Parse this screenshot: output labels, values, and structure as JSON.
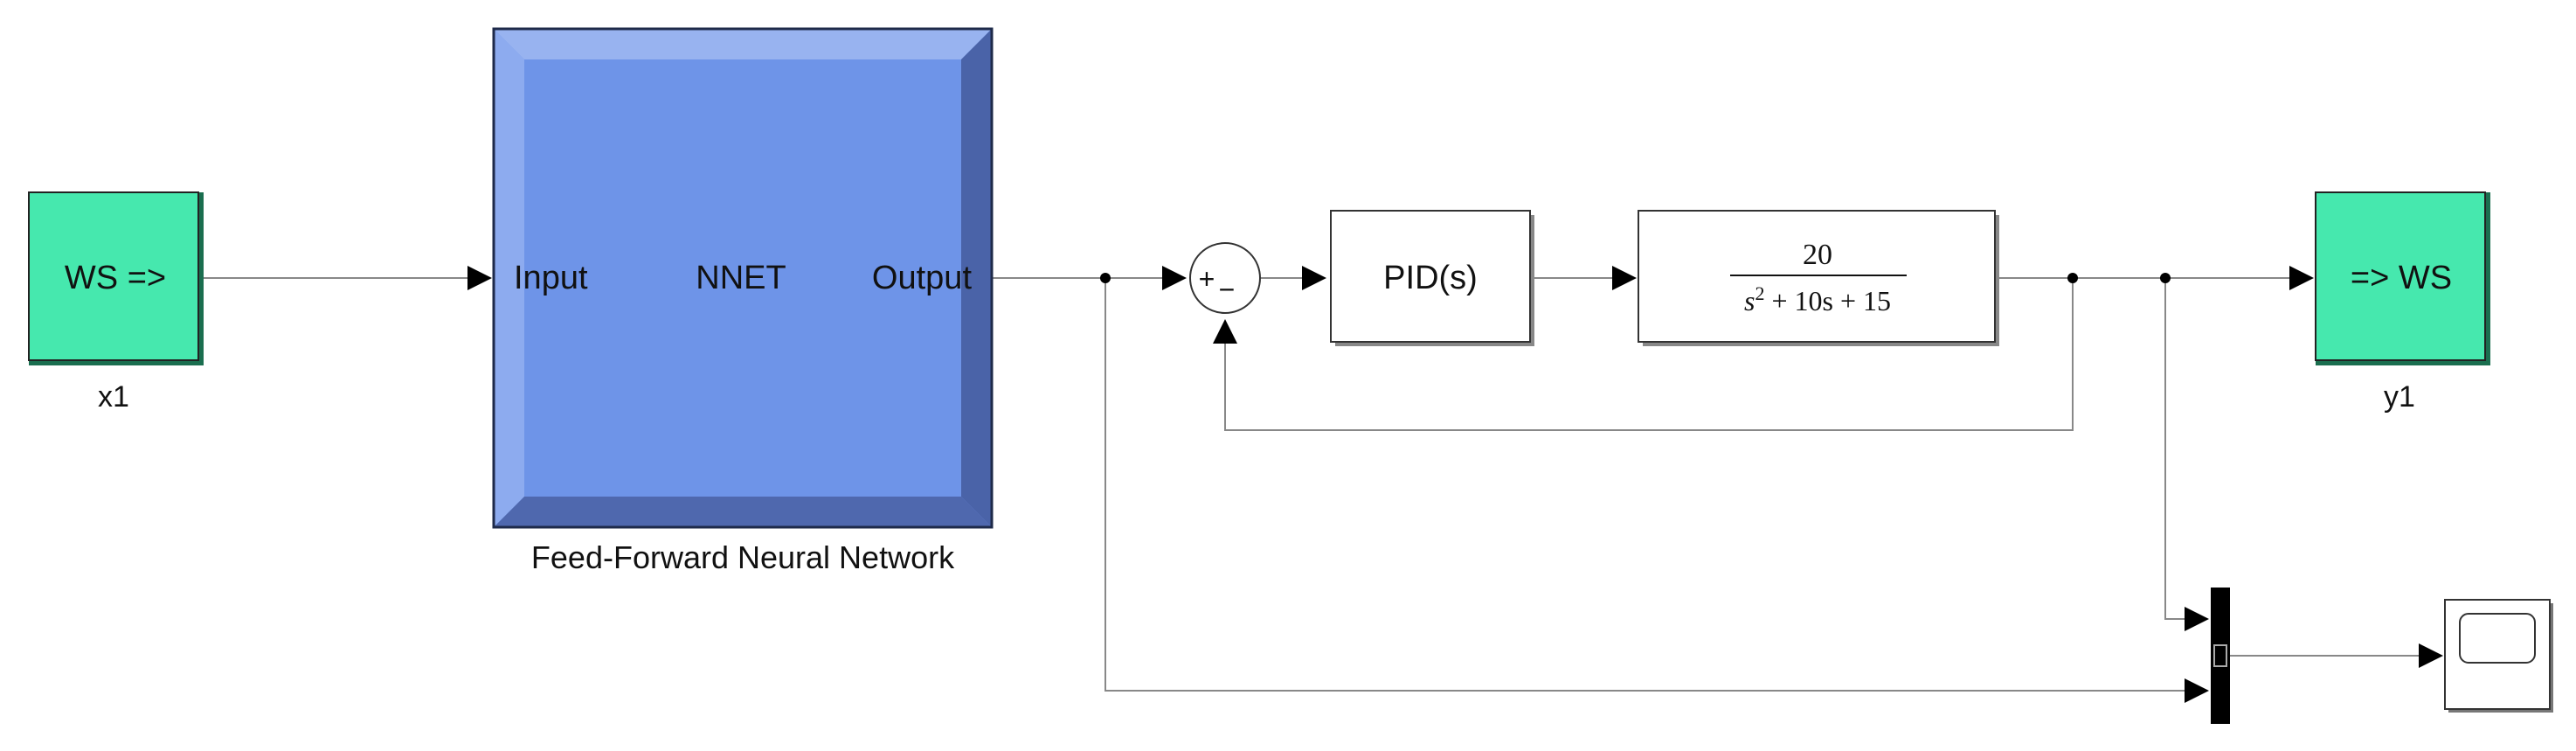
{
  "blocks": {
    "source": {
      "text": "WS =>",
      "caption": "x1"
    },
    "nnet": {
      "input_port": "Input",
      "title": "NNET",
      "output_port": "Output",
      "caption": "Feed-Forward Neural Network"
    },
    "sum": {
      "plus": "+",
      "minus": "−"
    },
    "pid": {
      "text": "PID(s)"
    },
    "tf": {
      "numerator": "20",
      "den_s": "s",
      "den_exp": "2",
      "den_rest": " + 10s + 15"
    },
    "sink": {
      "text": "=> WS",
      "caption": "y1"
    }
  },
  "colors": {
    "ws_block": "#46E8AE",
    "nnet_block": "#6E94E8",
    "line": "#888888",
    "arrow": "#000000",
    "mux": "#000000"
  }
}
